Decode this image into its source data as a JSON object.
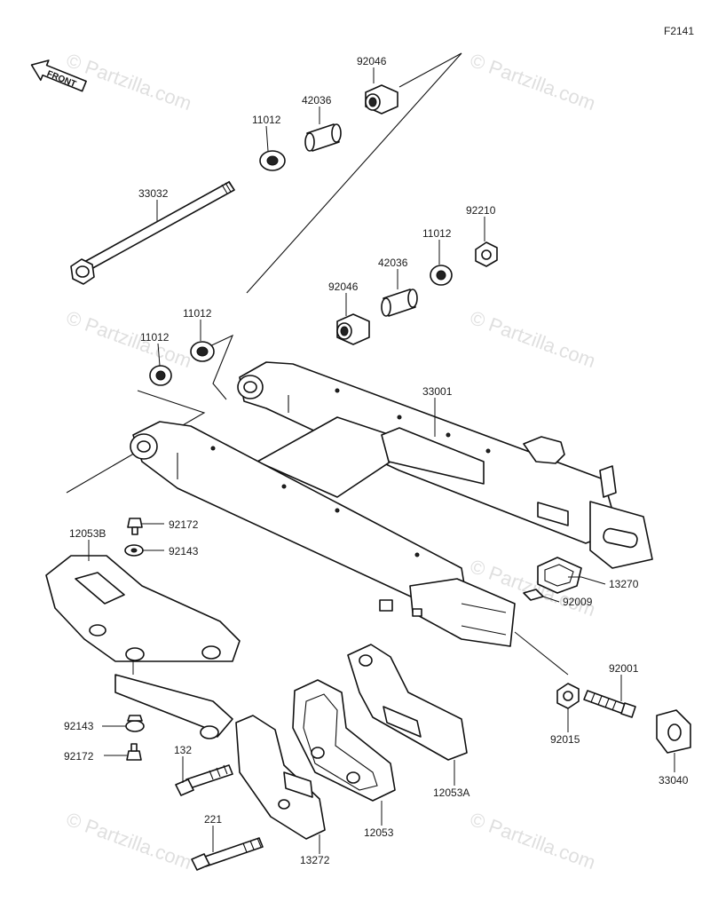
{
  "figure_code": "F2141",
  "front_arrow_text": "FRONT",
  "watermark_text": "© Partzilla.com",
  "parts": {
    "p92046_top": "92046",
    "p42036_top": "42036",
    "p11012_top": "11012",
    "p33032": "33032",
    "p92210": "92210",
    "p11012_right": "11012",
    "p42036_mid": "42036",
    "p92046_mid": "92046",
    "p11012_left_upper": "11012",
    "p11012_left_lower": "11012",
    "p33001": "33001",
    "p12053B": "12053B",
    "p92172_top": "92172",
    "p92143_top": "92143",
    "p13270": "13270",
    "p92009": "92009",
    "p92001": "92001",
    "p92015": "92015",
    "p33040": "33040",
    "p92143_bottom": "92143",
    "p92172_bottom": "92172",
    "p132": "132",
    "p12053A": "12053A",
    "p12053": "12053",
    "p221": "221",
    "p13272": "13272"
  }
}
